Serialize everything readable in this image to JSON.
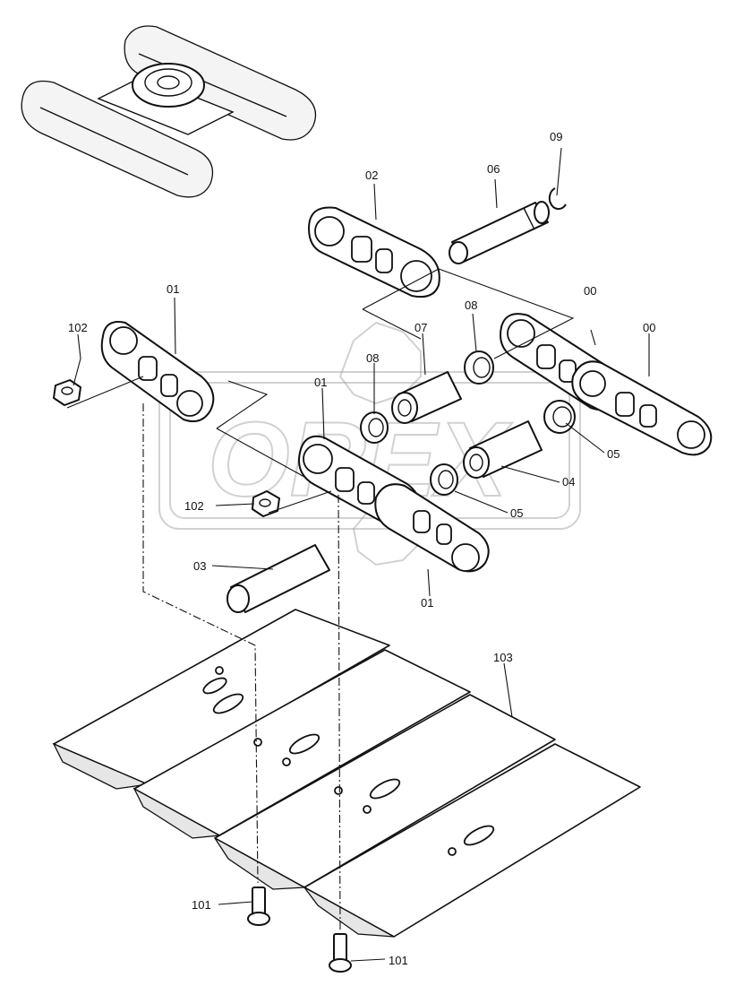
{
  "watermark": {
    "text": "OREX"
  },
  "callouts": {
    "c00a": "00",
    "c00b": "00",
    "c01a": "01",
    "c01b": "01",
    "c01c": "01",
    "c02": "02",
    "c03": "03",
    "c04": "04",
    "c05a": "05",
    "c05b": "05",
    "c06": "06",
    "c07": "07",
    "c08a": "08",
    "c08b": "08",
    "c09": "09",
    "c101a": "101",
    "c101b": "101",
    "c102a": "102",
    "c102b": "102",
    "c103": "103"
  }
}
